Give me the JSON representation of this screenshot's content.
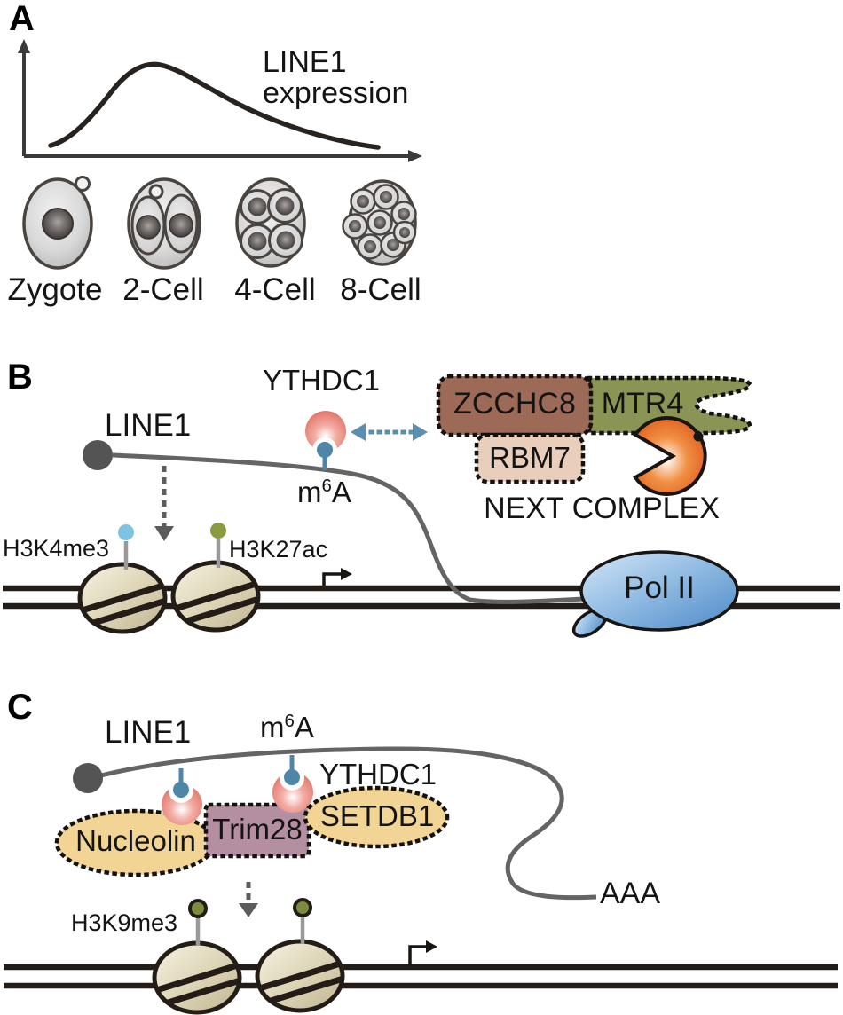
{
  "figure": {
    "panel_a": {
      "label": "A",
      "expression_label": [
        "LINE1",
        "expression"
      ],
      "stages": [
        "Zygote",
        "2-Cell",
        "4-Cell",
        "8-Cell"
      ],
      "chart": {
        "type": "line",
        "x": [
          "Zygote",
          "2-Cell",
          "4-Cell",
          "8-Cell"
        ],
        "relative_expression": [
          0.15,
          1.0,
          0.45,
          0.05
        ],
        "note": "LINE1 expression peaks at 2-Cell stage then declines"
      }
    },
    "panel_b": {
      "label": "B",
      "rna_label": "LINE1",
      "reader_label": "YTHDC1",
      "m6a_base": "m",
      "m6a_sup": "6",
      "m6a_tail": "A",
      "histone_mark_left": "H3K4me3",
      "histone_mark_right": "H3K27ac",
      "complex": {
        "zcchc8": "ZCCHC8",
        "mtr4": "MTR4",
        "rbm7": "RBM7",
        "caption": "NEXT COMPLEX"
      },
      "polymerase": "Pol II"
    },
    "panel_c": {
      "label": "C",
      "rna_label": "LINE1",
      "m6a_base": "m",
      "m6a_sup": "6",
      "m6a_tail": "A",
      "reader_label": "YTHDC1",
      "proteins": {
        "nucleolin": "Nucleolin",
        "trim28": "Trim28",
        "setdb1": "SETDB1"
      },
      "histone_mark": "H3K9me3",
      "polya": "AAA"
    },
    "colors": {
      "m6a_blue": "#4e86a8",
      "reader_red": "#e4796d",
      "zcchc8": "#9d6a58",
      "mtr4": "#8a9454",
      "rbm7": "#e9cebc",
      "exosome_orange": "#dd5716",
      "polii_blue": "#4c89c6",
      "protein_tan": "#f2d494",
      "trim28": "#b48fa2",
      "h3k4me3": "#7ec4de",
      "h3k27ac": "#8a9b40",
      "h3k9me3": "#7c8c3c",
      "interaction_arrow": "#5b8fae",
      "rna_gray": "#646464",
      "dna_dark": "#241c16"
    }
  }
}
